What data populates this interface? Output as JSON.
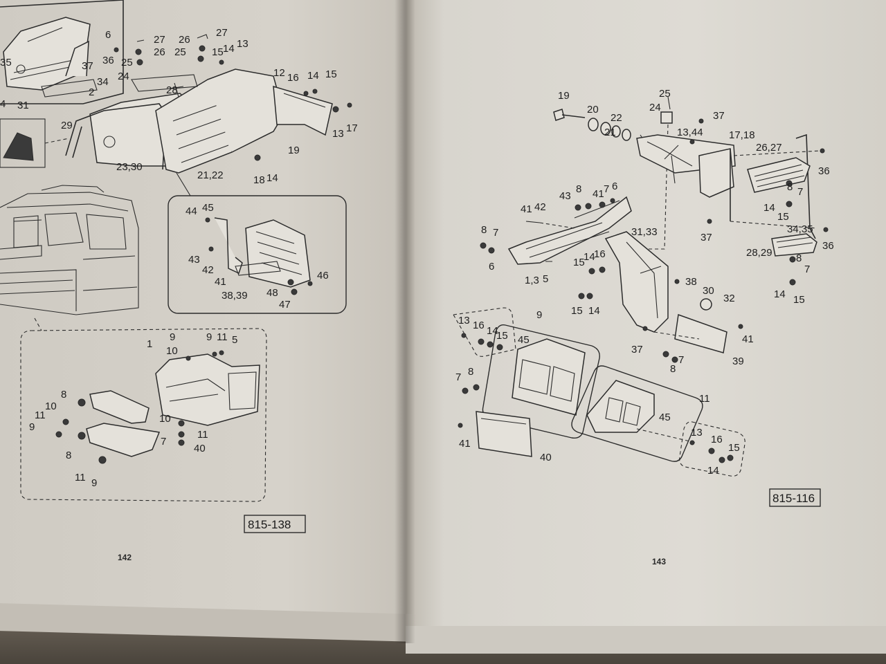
{
  "left_page": {
    "page_number": "142",
    "figure_ref": "815-138",
    "labels_top": [
      "6",
      "27",
      "26",
      "27",
      "35",
      "36",
      "25",
      "26",
      "25",
      "15",
      "14",
      "13",
      "37",
      "24",
      "12",
      "16",
      "14",
      "15",
      "34",
      "28",
      "2",
      "4",
      "31",
      "29",
      "13",
      "17",
      "19",
      "23,30",
      "21,22",
      "18",
      "14"
    ],
    "labels_inset": [
      "44",
      "45",
      "43",
      "42",
      "41",
      "38,39",
      "48",
      "47",
      "46"
    ],
    "labels_bottom": [
      "9",
      "10",
      "9",
      "11",
      "5",
      "1",
      "8",
      "10",
      "11",
      "9",
      "10",
      "11",
      "40",
      "7",
      "8",
      "11",
      "9"
    ]
  },
  "right_page": {
    "page_number": "143",
    "figure_ref": "815-116",
    "labels_upper": [
      "19",
      "20",
      "22",
      "21",
      "25",
      "24",
      "37",
      "13,44",
      "17,18",
      "26,27",
      "36",
      "7",
      "8",
      "14",
      "15",
      "43",
      "8",
      "41",
      "7",
      "6",
      "42",
      "41",
      "8",
      "7",
      "6",
      "1,3",
      "5",
      "31,33",
      "16",
      "14",
      "15",
      "37",
      "36",
      "34,35",
      "28,29",
      "8",
      "7",
      "38",
      "30",
      "32",
      "15",
      "14",
      "14",
      "15",
      "41",
      "37",
      "7",
      "8",
      "39"
    ],
    "labels_lower": [
      "9",
      "13",
      "16",
      "14",
      "15",
      "45",
      "7",
      "8",
      "11",
      "45",
      "41",
      "40",
      "13",
      "16",
      "15",
      "14"
    ]
  }
}
